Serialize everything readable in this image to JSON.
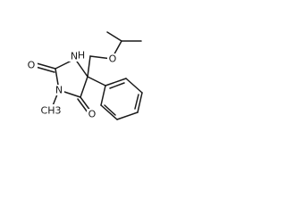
{
  "molecule": {
    "atoms": {
      "n1": "N",
      "n3": "N",
      "o2": "O",
      "o4": "O",
      "o_ether": "O",
      "h_nh": "H",
      "methyl": "CH3"
    }
  },
  "colors": {
    "bond": "#1a1a1a",
    "label": "#1a1a1a",
    "background": "#ffffff"
  }
}
